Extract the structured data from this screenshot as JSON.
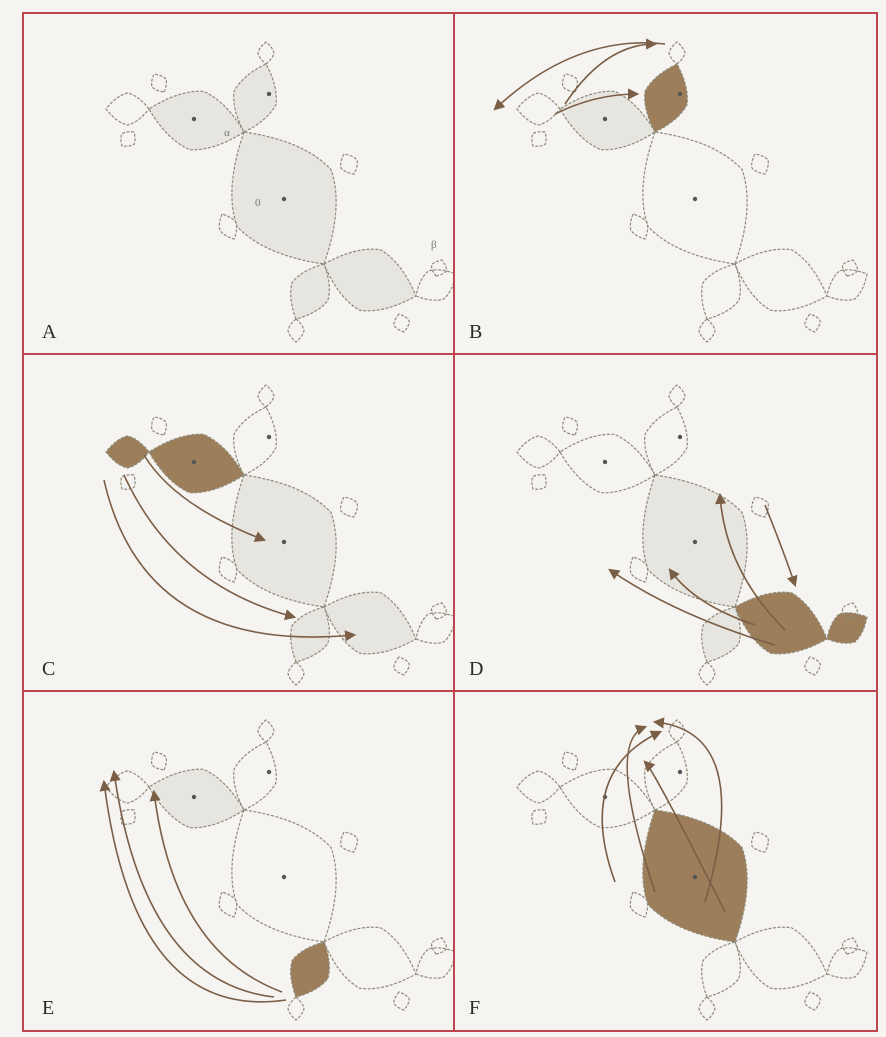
{
  "figure": {
    "colors": {
      "border": "#c0454f",
      "outline": "#8f8a7a",
      "light_fill": "#e7e5df",
      "dark_fill": "#9c7f5a",
      "arrow": "#7a5e46",
      "background": "#f6f4f1"
    },
    "panels": [
      {
        "label": "A",
        "markers": [
          "0",
          "α",
          "β"
        ]
      },
      {
        "label": "B"
      },
      {
        "label": "C"
      },
      {
        "label": "D"
      },
      {
        "label": "E"
      },
      {
        "label": "F"
      }
    ]
  }
}
